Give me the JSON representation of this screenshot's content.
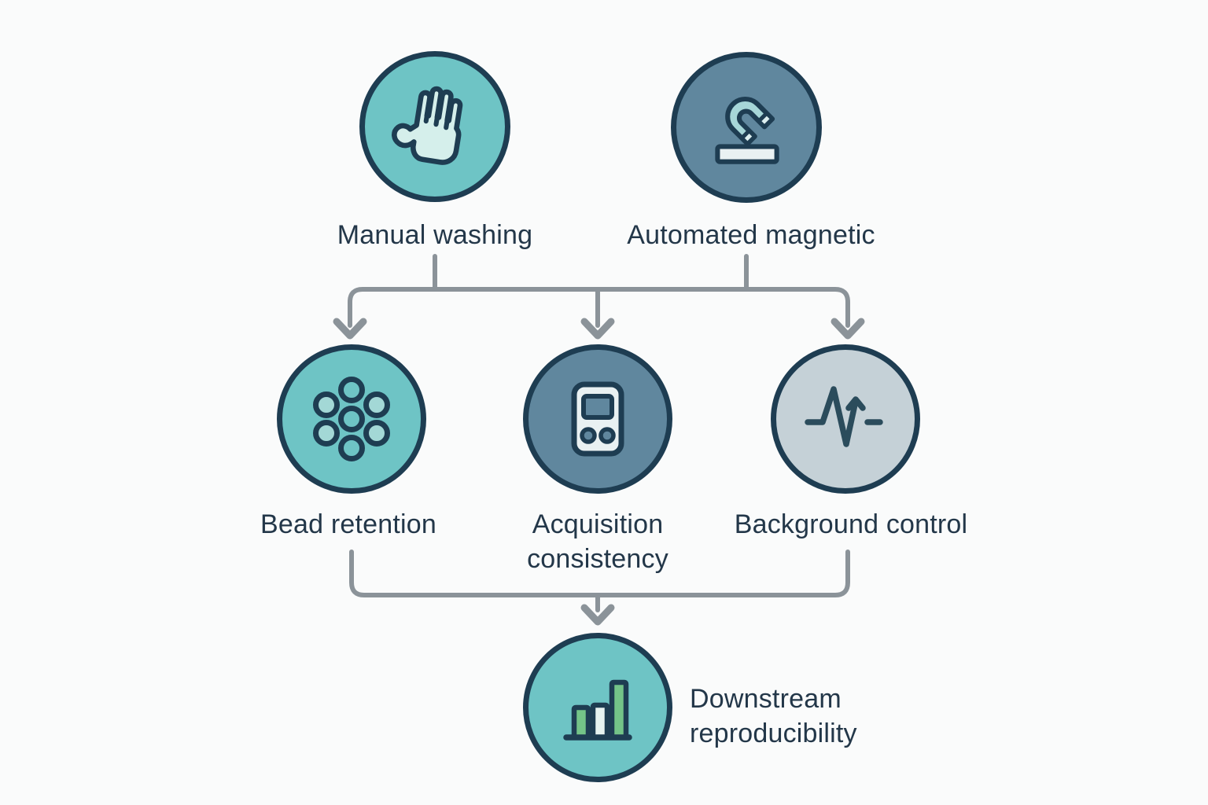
{
  "diagram": {
    "title": "",
    "top_nodes": [
      {
        "label": "Manual washing",
        "icon": "glove-icon"
      },
      {
        "label": "Automated magnetic",
        "icon": "magnet-icon"
      }
    ],
    "middle_nodes": [
      {
        "label": "Bead retention",
        "icon": "beads-icon"
      },
      {
        "label": "Acquisition consistency",
        "icon": "instrument-icon"
      },
      {
        "label": "Background control",
        "icon": "waveform-icon"
      }
    ],
    "bottom_node": {
      "label": "Downstream reproducibility",
      "icon": "bar-chart-icon"
    },
    "colors": {
      "bg": "#fafbfb",
      "navy": "#1e3d52",
      "text": "#233749",
      "connector": "#8b9399",
      "teal": "#6ec4c5",
      "teal-light": "#a3d8d6",
      "glove": "#d5efeb",
      "bluegray": "#60879e",
      "panel-light": "#e9f1f2",
      "magnet": "#a6d6d8",
      "magnet-cap": "#dceff0",
      "lightgray": "#c5d1d7",
      "wave": "#2b4c5c",
      "green": "#74c488",
      "bar-light": "#e6f2f0"
    }
  }
}
